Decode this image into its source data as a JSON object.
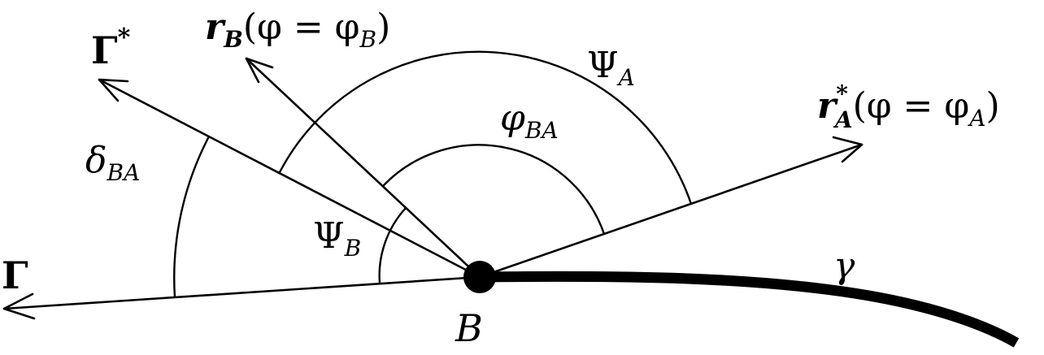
{
  "labels": {
    "gamma_star": {
      "main": "Γ",
      "sup": "*"
    },
    "r_b": {
      "vec": "r",
      "vec_sub": "B",
      "rest": "(φ = φ",
      "rest_sub": "B",
      "close": ")"
    },
    "psi_a": {
      "main": "Ψ",
      "sub": "A"
    },
    "r_a_star": {
      "vec": "r",
      "vec_sup": "*",
      "vec_sub": "A",
      "rest": "(φ = φ",
      "rest_sub": "A",
      "close": ")"
    },
    "phi_ba": {
      "main": "φ",
      "sub": "BA"
    },
    "delta_ba": {
      "main": "δ",
      "sub": "BA"
    },
    "psi_b": {
      "main": "Ψ",
      "sub": "B"
    },
    "gamma_bold": {
      "main": "Γ"
    },
    "gamma_curve": {
      "main": "γ"
    },
    "point_b": {
      "main": "B"
    }
  },
  "colors": {
    "ink": "#000000",
    "background": "#ffffff"
  }
}
